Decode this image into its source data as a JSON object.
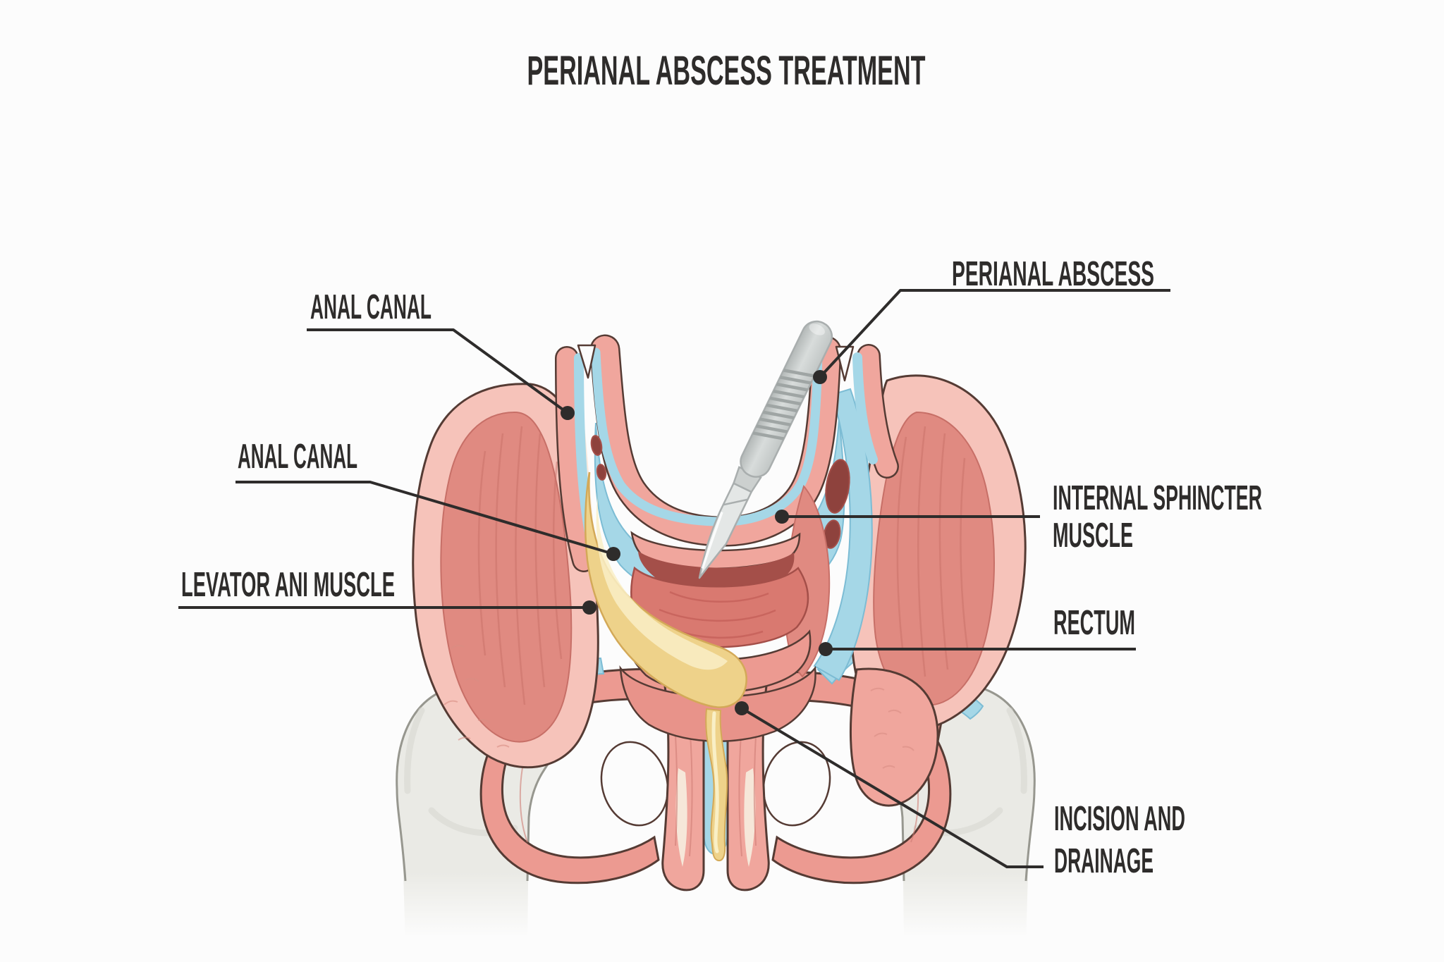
{
  "title": "PERIANAL ABSCESS TREATMENT",
  "labels": {
    "anal_canal_upper": "ANAL CANAL",
    "anal_canal_lower": "ANAL CANAL",
    "levator_ani": "LEVATOR ANI MUSCLE",
    "perianal_abscess": "PERIANAL ABSCESS",
    "internal_sphincter_line1": "INTERNAL SPHINCTER",
    "internal_sphincter_line2": "MUSCLE",
    "rectum": "RECTUM",
    "incision_line1": "INCISION AND",
    "incision_line2": "DRAINAGE"
  },
  "colors": {
    "ink": "#2e2c2b",
    "outline": "#553b34",
    "pink_rim": "#f6c3ba",
    "pink_wall": "#f0a69d",
    "pink_mid": "#ec9a91",
    "muscle": "#e08a81",
    "muscle_dark": "#c76f67",
    "fold": "#d97970",
    "fold_deep": "#a44f49",
    "lumen_dark": "#8e423d",
    "blue": "#a5d7e7",
    "blue_deep": "#7cbcd4",
    "yellow": "#eed28a",
    "yellow_deep": "#d3a958",
    "yellow_light": "#f9efc6",
    "cream": "#f6e7d9",
    "bone": "#eaeae5",
    "bone_shade": "#d5d5cf",
    "bone_line": "#97978f",
    "steel": "#ccd0cf",
    "steel_dark": "#a9aeae",
    "steel_light": "#e4e7e6"
  }
}
